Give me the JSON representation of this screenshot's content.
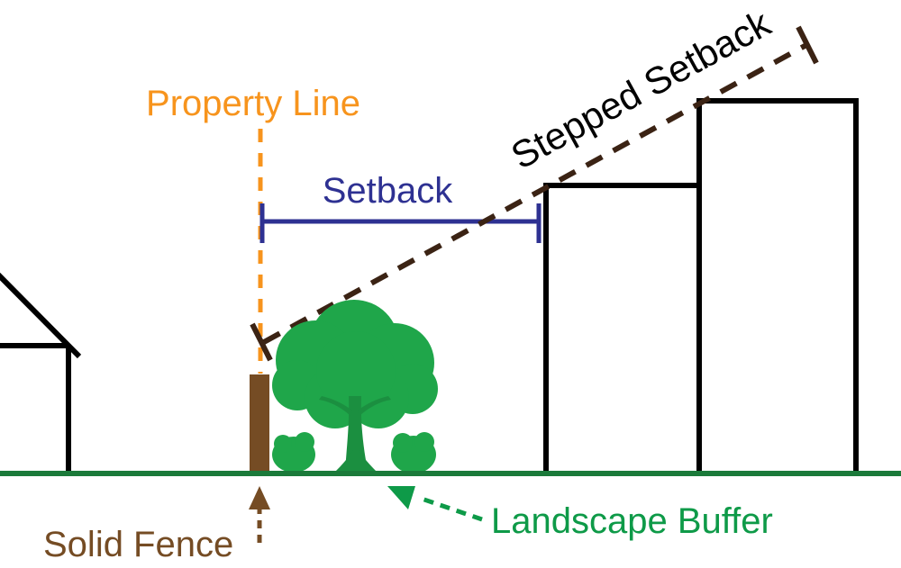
{
  "labels": {
    "property_line": "Property Line",
    "setback": "Setback",
    "stepped_setback": "Stepped Setback",
    "solid_fence": "Solid Fence",
    "landscape_buffer": "Landscape Buffer"
  },
  "colors": {
    "property_line": "#F7941D",
    "setback": "#2E3192",
    "stepped_setback": "#3B2314",
    "fence": "#754C24",
    "fence_text": "#754C24",
    "landscape": "#0E9A48",
    "tree": "#1FA64A",
    "ground": "#1B7A3A",
    "outline": "#000000"
  },
  "icons": {
    "house": "house-outline-icon",
    "tree": "tree-icon",
    "shrub": "shrub-icon",
    "building": "building-outline-icon"
  }
}
